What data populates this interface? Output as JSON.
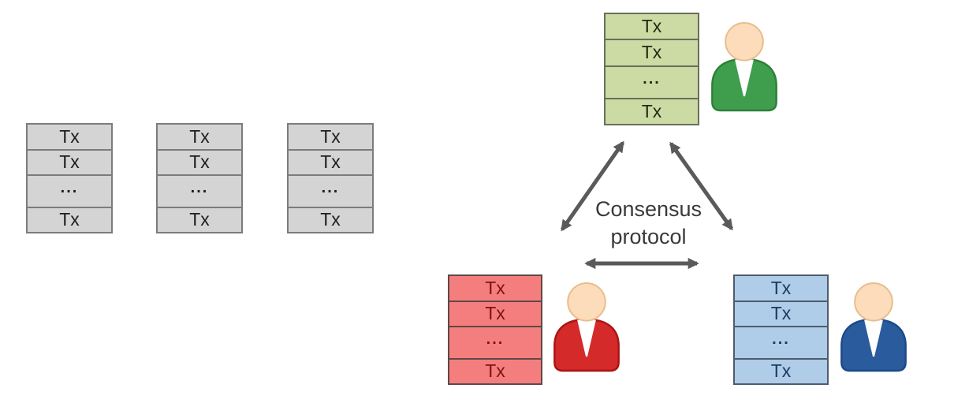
{
  "diagram": {
    "description": "Blockchain consensus protocol diagram: pending transaction lists on the left, three network node ledgers exchanging a consensus protocol on the right",
    "consensus_label": {
      "line1": "Consensus",
      "line2": "protocol"
    },
    "pending_stacks": [
      {
        "rows": [
          "Tx",
          "Tx",
          "...",
          "Tx"
        ]
      },
      {
        "rows": [
          "Tx",
          "Tx",
          "...",
          "Tx"
        ]
      },
      {
        "rows": [
          "Tx",
          "Tx",
          "...",
          "Tx"
        ]
      }
    ],
    "nodes": [
      {
        "id": "green",
        "rows": [
          "Tx",
          "Tx",
          "...",
          "Tx"
        ],
        "person_icon": "person-green-icon"
      },
      {
        "id": "red",
        "rows": [
          "Tx",
          "Tx",
          "...",
          "Tx"
        ],
        "person_icon": "person-red-icon"
      },
      {
        "id": "blue",
        "rows": [
          "Tx",
          "Tx",
          "...",
          "Tx"
        ],
        "person_icon": "person-blue-icon"
      }
    ],
    "colors": {
      "background": "#ffffff",
      "arrow": "#5a5a5a",
      "consensus_text": "#3a3a3a",
      "gray_fill": "#d4d4d4",
      "gray_border": "#7c7c7c",
      "gray_text": "#1d1d1d",
      "green_fill": "#ccdaa3",
      "green_border": "#68705a",
      "green_text": "#222b15",
      "red_fill": "#f47e7e",
      "red_border": "#5e4848",
      "red_text": "#7e1212",
      "blue_fill": "#afcce9",
      "blue_border": "#4e5c6b",
      "blue_text": "#1a3a60",
      "suit_green": "#3f9e4d",
      "suit_red": "#d42a2a",
      "suit_blue": "#2a5b9c",
      "skin": "#fcdcba"
    }
  }
}
